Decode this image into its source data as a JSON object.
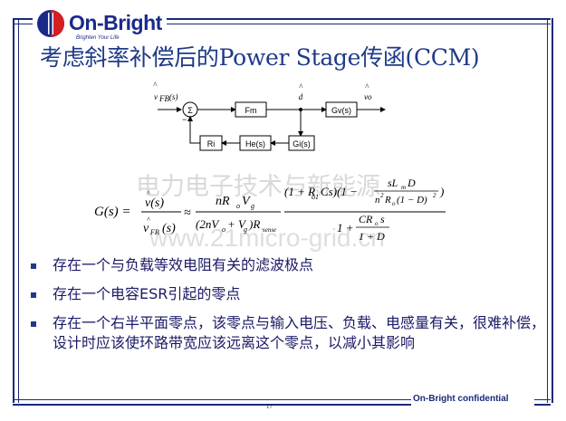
{
  "brand": {
    "name": "On-Bright",
    "tagline": "Brighten Your Life",
    "colors": {
      "navy": "#1a2a8a",
      "red": "#d42020",
      "title": "#1f3a8a"
    }
  },
  "slide": {
    "title": "考虑斜率补偿后的Power Stage传函(CCM)",
    "page_number": "17",
    "footer": "On-Bright confidential",
    "watermark": {
      "cn": "电力电子技术与新能源",
      "url": "www.21micro-grid.cn"
    }
  },
  "diagram": {
    "input_label": "v",
    "input_sub": "FB",
    "input_arg": "(s)",
    "summing_symbol": "Σ",
    "fm": "Fm",
    "d_label": "d",
    "gv": "Gv(s)",
    "output_label": "vo",
    "ri": "Ri",
    "he": "He(s)",
    "gi": "Gi(s)"
  },
  "formula": {
    "lhs": "G(s) =",
    "frac_num": "v(s)",
    "frac_den": "v",
    "frac_den_sub": "FB",
    "frac_den_arg": "(s)",
    "approx": "≈",
    "gain_num": "nR",
    "gain_num_sub": "o",
    "gain_num_tail": "V",
    "gain_num_tail_sub": "g",
    "gain_den": "(2nV",
    "gain_den_sub": "o",
    "gain_den_mid": "+ V",
    "gain_den_mid_sub": "g",
    "gain_den_tail": ")R",
    "gain_den_tail_sub": "sense",
    "big_num_a": "(1 + R",
    "big_num_a_sub": "o1",
    "big_num_b": "Cs)(1 −",
    "sl_num": "sL",
    "sl_num_sub": "m",
    "sl_num_tail": "D",
    "sl_den_a": "n",
    "sl_den_sup": "2",
    "sl_den_b": "R",
    "sl_den_b_sub": "o",
    "sl_den_c": "(1 − D)",
    "sl_den_sup2": "2",
    "big_num_close": ")",
    "big_den_a": "1 +",
    "cr_num": "CR",
    "cr_num_sub": "o",
    "cr_num_tail": "s",
    "cr_den": "1 + D"
  },
  "bullets": [
    "存在一个与负载等效电阻有关的滤波极点",
    "存在一个电容ESR引起的零点",
    "存在一个右半平面零点，该零点与输入电压、负载、电感量有关，很难补偿，设计时应该使环路带宽应该远离这个零点，以减小其影响"
  ]
}
